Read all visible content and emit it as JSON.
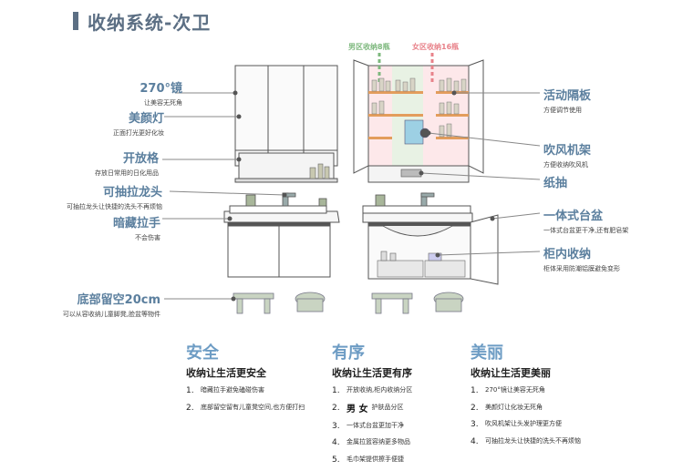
{
  "title": "收纳系统-次卫",
  "left_labels": [
    {
      "title": "270°镜",
      "sub": "让美容无死角"
    },
    {
      "title": "美颜灯",
      "sub": "正面打光更好化妆"
    },
    {
      "title": "开放格",
      "sub": "存放日常用的日化用品"
    },
    {
      "title": "可抽拉龙头",
      "sub": "可抽拉龙头让快捷的洗头不再烦恼"
    },
    {
      "title": "暗藏拉手",
      "sub": "不会伤害"
    },
    {
      "title": "底部留空20cm",
      "sub": "可以从容收纳儿童脚凳,脸盆等物件"
    }
  ],
  "right_labels": [
    {
      "title": "活动隔板",
      "sub": "方便调节使用"
    },
    {
      "title": "吹风机架",
      "sub": "方便收纳吹风机"
    },
    {
      "title": "纸抽",
      "sub": ""
    },
    {
      "title": "一体式台盆",
      "sub": "一体式台盆更干净,还有肥皂架"
    },
    {
      "title": "柜内收纳",
      "sub": "柜体采用防潮铝膜避免变形"
    }
  ],
  "zones": {
    "male": "男区收纳8瓶",
    "female": "女区收纳16瓶"
  },
  "columns": [
    {
      "head": "安全",
      "sub": "收纳让生活更安全",
      "items": [
        {
          "num": "1.",
          "text": "暗藏拉手避免磕碰伤害"
        },
        {
          "num": "2.",
          "text": "底部留空留有儿童凳空间,也方便打扫"
        }
      ]
    },
    {
      "head": "有序",
      "sub": "收纳让生活更有序",
      "items": [
        {
          "num": "1.",
          "text": "开放收纳,柜内收纳分区"
        },
        {
          "num": "2.",
          "mark": "男 女",
          "text": "护肤品分区"
        },
        {
          "num": "3.",
          "text": "一体式台盆更加干净"
        },
        {
          "num": "4.",
          "text": "金属拉篮容纳更多物品"
        },
        {
          "num": "5.",
          "text": "毛巾架提供擦手便捷"
        }
      ]
    },
    {
      "head": "美丽",
      "sub": "收纳让生活更美丽",
      "items": [
        {
          "num": "1.",
          "text": "270°镜让美容无死角"
        },
        {
          "num": "2.",
          "text": "美颜灯让化妆无死角"
        },
        {
          "num": "3.",
          "text": "吹风机架让头发护理更方便"
        },
        {
          "num": "4.",
          "text": "可抽拉龙头让快捷的洗头不再烦恼"
        }
      ]
    }
  ],
  "colors": {
    "accent": "#6d9cc4",
    "label": "#5b7f9e",
    "male_zone": "#7db87d",
    "female_zone": "#e8828a"
  }
}
